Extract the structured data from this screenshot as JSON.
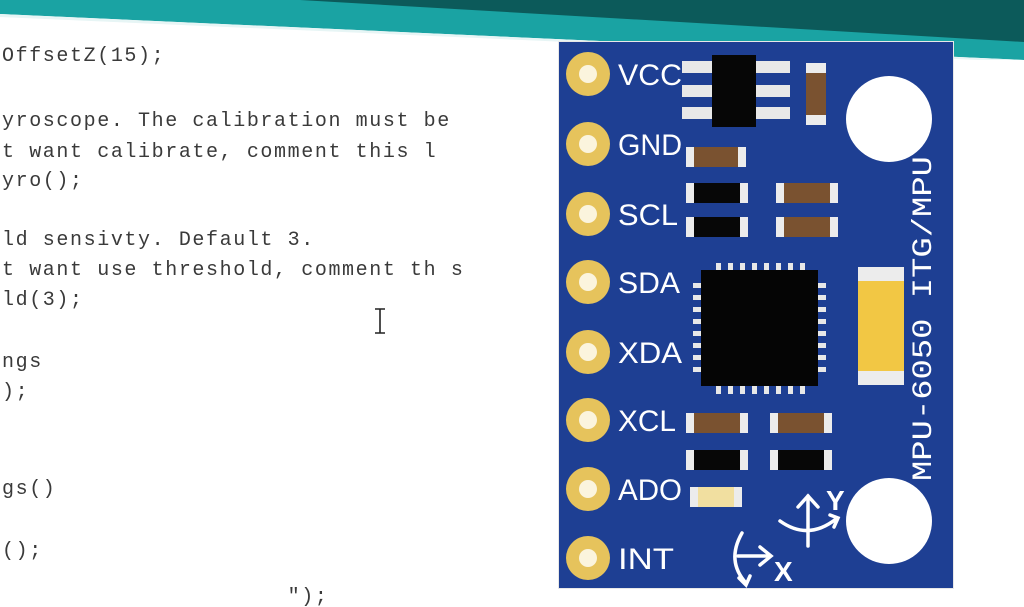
{
  "code_lines": [
    "OffsetZ(15);",
    "yroscope. The calibration must be",
    "t want calibrate, comment this l",
    "yro();",
    "ld sensivty. Default 3.",
    "t want use threshold, comment th s",
    "ld(3);",
    "ngs",
    ");",
    "gs()",
    "();",
    "                     \");"
  ],
  "board": {
    "pins": [
      "VCC",
      "GND",
      "SCL",
      "SDA",
      "XDA",
      "XCL",
      "ADO",
      "INT"
    ],
    "model_label": "MPU-6050 ITG/MPU",
    "axis_y_label": "Y",
    "axis_x_label": "X"
  },
  "colors": {
    "board_blue": "#1e3f93",
    "pad_gold": "#e6c35c",
    "resistor_brown": "#7a5230",
    "teal_band": "#1aa3a3",
    "dark_band": "#0c5a5a",
    "capacitor_yellow": "#f2c744"
  }
}
